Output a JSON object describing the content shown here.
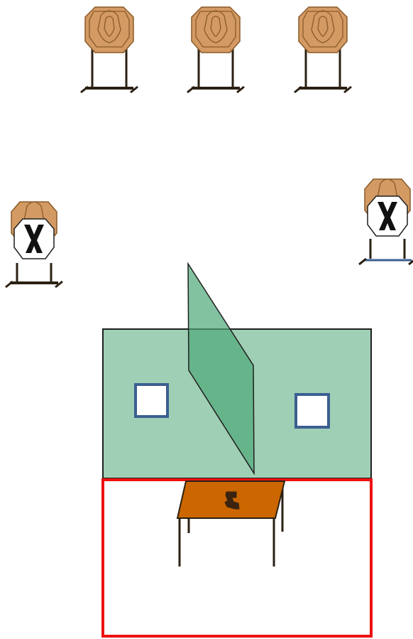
{
  "colors": {
    "background": "#ffffff",
    "target_tan": "#d39a63",
    "target_ring": "#8a5a2a",
    "stand": "#2b2013",
    "wall_fill": "#9fcfb5",
    "wall_stroke": "#1f1f1f",
    "panel_fill": "#67b38b",
    "window_stroke": "#3c5f92",
    "shooting_box": "#ee1111",
    "table_top": "#cc6600",
    "table_frame": "#5a3a12",
    "no_shoot_mark": "#111111"
  },
  "stage_elements": {
    "paper_targets_upright": {
      "count": 3,
      "icon": "ipsc-target-icon"
    },
    "no_shoot_targets": {
      "count": 2,
      "icon": "ipsc-no-shoot-target-icon"
    },
    "wall": {
      "windows": 2,
      "icon": "barricade-wall"
    },
    "swinging_panel": {
      "icon": "angled-panel"
    },
    "shooting_area": {
      "icon": "fault-line-box"
    },
    "table": {
      "icon": "table-icon",
      "item_on_table": "pistol-icon"
    }
  }
}
